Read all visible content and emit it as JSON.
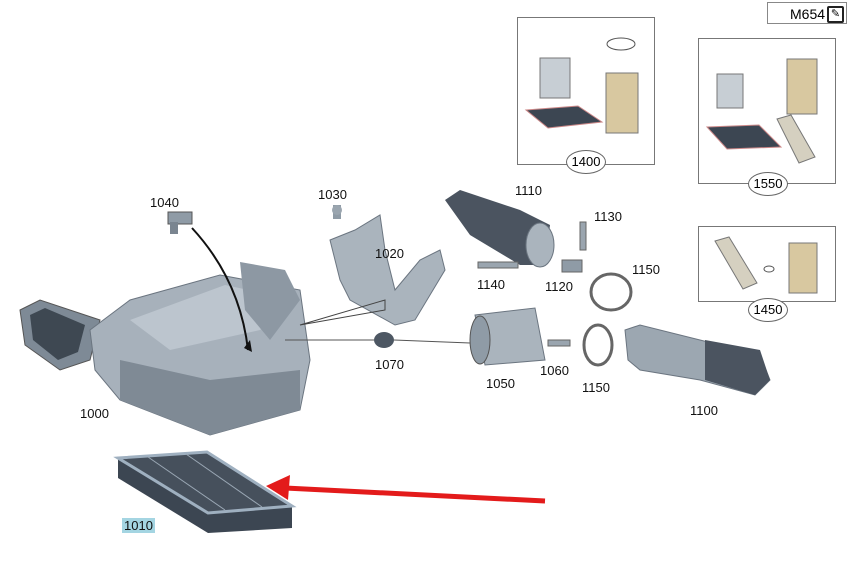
{
  "engine_code": "M654",
  "edit_icon": "edit-icon",
  "colors": {
    "part": "#8f9ba6",
    "part_dark": "#4a5563",
    "highlight": "#a4d5e2",
    "arrow": "#e31b1b"
  },
  "labels": {
    "p1000": "1000",
    "p1010": "1010",
    "p1020": "1020",
    "p1030": "1030",
    "p1040": "1040",
    "p1050": "1050",
    "p1060": "1060",
    "p1070": "1070",
    "p1100": "1100",
    "p1110": "1110",
    "p1120": "1120",
    "p1130": "1130",
    "p1140": "1140",
    "p1150a": "1150",
    "p1150b": "1150"
  },
  "kits": {
    "k1400": "1400",
    "k1550": "1550",
    "k1450": "1450"
  },
  "highlighted_part": "1010"
}
